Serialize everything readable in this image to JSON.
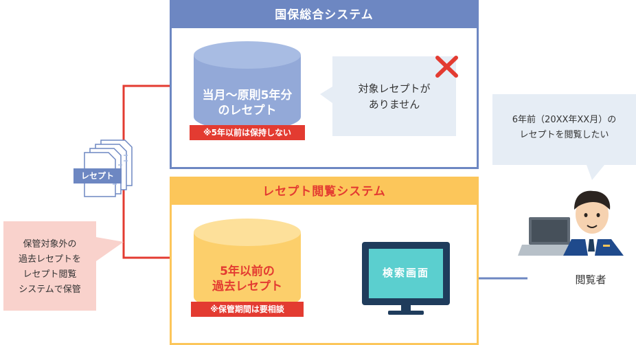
{
  "kokuho": {
    "title": "国保総合システム",
    "db_line1": "当月〜原則5年分",
    "db_line2": "のレセプト",
    "tag": "※5年以前は保持しない",
    "bubble_line1": "対象レセプトが",
    "bubble_line2": "ありません"
  },
  "receipt_system": {
    "title": "レセプト閲覧システム",
    "db_line1": "5年以前の",
    "db_line2": "過去レセプト",
    "tag": "※保管期間は要相談",
    "monitor_label": "検索画面"
  },
  "documents_label": "レセプト",
  "left_note": [
    "保管対象外の",
    "過去レセプトを",
    "レセプト閲覧",
    "システムで保管"
  ],
  "viewer": {
    "bubble_line1": "6年前（20XX年XX月）の",
    "bubble_line2": "レセプトを閲覧したい",
    "label": "閲覧者"
  },
  "colors": {
    "kokuho_header": "#6d87c2",
    "kokuho_border": "#6d87c2",
    "receipt_header": "#fcc65a",
    "receipt_title_text": "#e33b31",
    "red": "#e33b31",
    "blue_db": "#93a9d8",
    "yellow_db": "#fccf6b",
    "monitor": "#1f3c5c",
    "monitor_screen": "#5bcfcf",
    "bubble_bg": "#e6edf5",
    "note_bg": "#f9d2cc"
  }
}
